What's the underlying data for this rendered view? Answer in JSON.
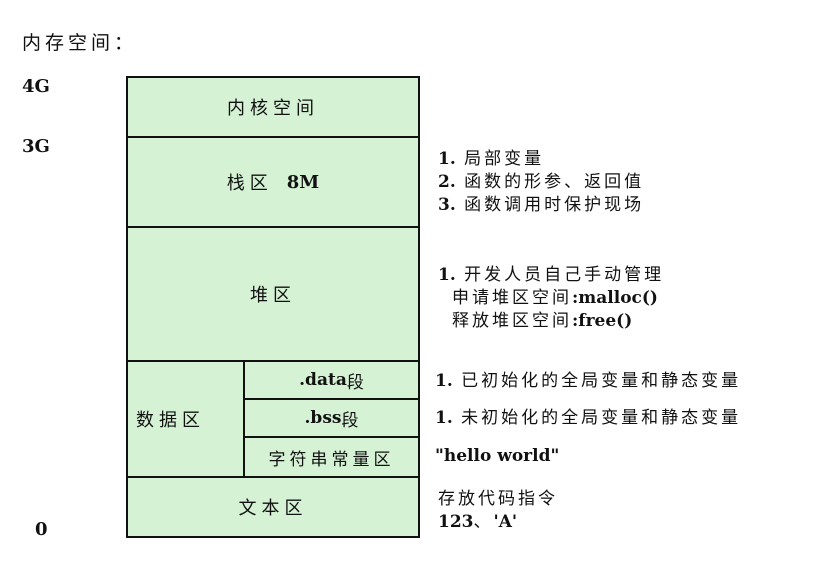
{
  "title": "内存空间：",
  "addresses": {
    "a4g": "4G",
    "a3g": "3G",
    "a0": "0"
  },
  "blocks": {
    "kernel": {
      "label": "内核空间"
    },
    "stack": {
      "label": "栈区",
      "size": "8M"
    },
    "heap": {
      "label": "堆区"
    },
    "data_area": {
      "label": "数据区",
      "data_seg": {
        "prefix": ".data",
        "suffix": "段"
      },
      "bss_seg": {
        "prefix": ".bss",
        "suffix": "段"
      },
      "const_seg": {
        "label": "字符串常量区"
      }
    },
    "text": {
      "label": "文本区"
    }
  },
  "notes": {
    "stack": [
      {
        "num": "1.",
        "text": "局部变量"
      },
      {
        "num": "2.",
        "text": "函数的形参、返回值"
      },
      {
        "num": "3.",
        "text": "函数调用时保护现场"
      }
    ],
    "heap": {
      "line1_num": "1.",
      "line1_text": "开发人员自己手动管理",
      "line2_text": "申请堆区空间",
      "line2_code": ":malloc()",
      "line3_text": "释放堆区空间",
      "line3_code": ":free()"
    },
    "data": {
      "num": "1.",
      "text": "已初始化的全局变量和静态变量"
    },
    "bss": {
      "num": "1.",
      "text": "未初始化的全局变量和静态变量"
    },
    "const": {
      "text": "\"hello world\""
    },
    "text_seg": {
      "line1": "存放代码指令",
      "line2_num": "123",
      "line2_sep": "、",
      "line2_char": "'A'"
    }
  },
  "colors": {
    "block_fill": "#d5f2d5",
    "border": "#111111"
  }
}
